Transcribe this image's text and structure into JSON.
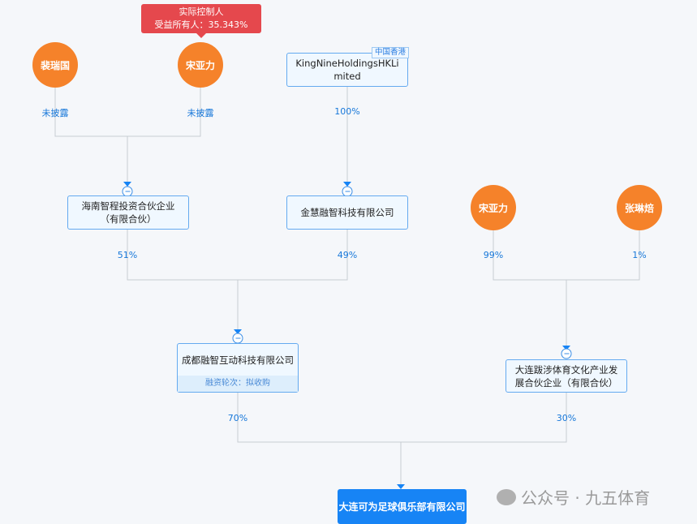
{
  "tooltip": {
    "line1": "实际控制人",
    "line2": "受益所有人：35.343%"
  },
  "nodes": {
    "pei": "裴瑞国",
    "song1": "宋亚力",
    "king": "KingNineHoldingsHKLimited",
    "king_tag": "中国香港",
    "hainan": "海南智程投资合伙企业（有限合伙）",
    "jinhui": "金慧融智科技有限公司",
    "song2": "宋亚力",
    "zhang": "张琳焙",
    "chengdu": "成都融智互动科技有限公司",
    "chengdu_sub": "融资轮次：拟收购",
    "dalian_lp": "大连跋涉体育文化产业发展合伙企业（有限合伙）",
    "target": "大连可为足球俱乐部有限公司"
  },
  "edges": {
    "pei": "未披露",
    "song1": "未披露",
    "king": "100%",
    "hainan": "51%",
    "jinhui": "49%",
    "song2": "99%",
    "zhang": "1%",
    "chengdu": "70%",
    "dalian_lp": "30%"
  },
  "watermark": "公众号 · 九五体育"
}
